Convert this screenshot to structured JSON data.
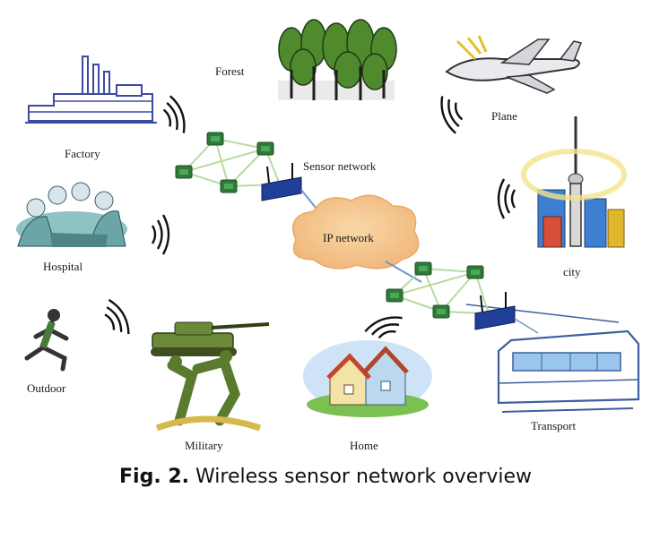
{
  "labels": {
    "forest": "Forest",
    "plane": "Plane",
    "factory": "Factory",
    "sensor_network": "Sensor network",
    "hospital": "Hospital",
    "ip_network": "IP network",
    "city": "city",
    "outdoor": "Outdoor",
    "military": "Military",
    "home": "Home",
    "transport": "Transport"
  },
  "caption": {
    "prefix": "Fig. 2.",
    "text": "Wireless sensor network overview"
  },
  "icons": [
    "factory-icon",
    "forest-icon",
    "plane-icon",
    "city-icon",
    "hospital-icon",
    "runner-icon",
    "military-icon",
    "home-icon",
    "tram-icon",
    "router-icon",
    "cloud-icon",
    "sensor-node-icon",
    "wireless-signal-icon"
  ]
}
